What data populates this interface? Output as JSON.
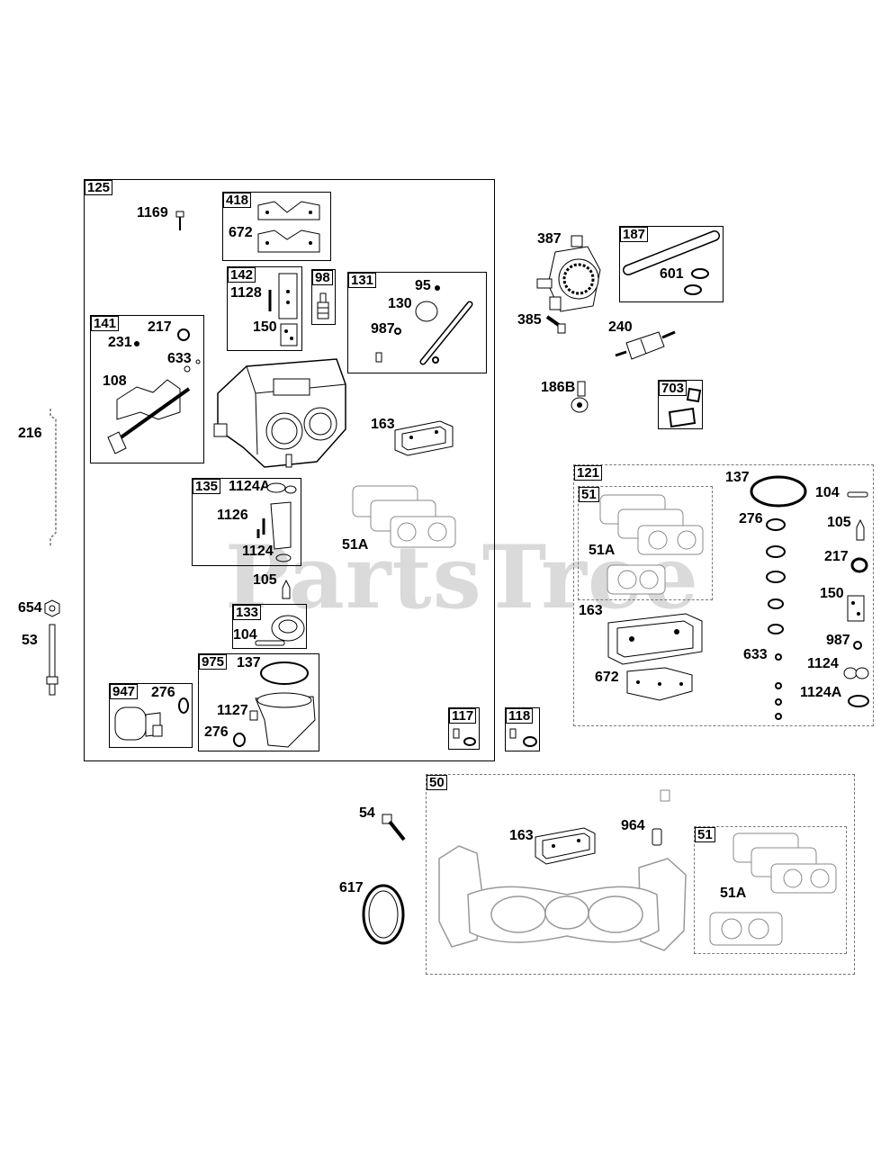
{
  "watermark": "PartsTree",
  "groups": {
    "g125": "125",
    "g418": "418",
    "g142": "142",
    "g98": "98",
    "g131": "131",
    "g141": "141",
    "g135": "135",
    "g133": "133",
    "g975": "975",
    "g947": "947",
    "g117": "117",
    "g118": "118",
    "g187": "187",
    "g703": "703",
    "g121": "121",
    "g51a": "51",
    "g50": "50",
    "g51b": "51"
  },
  "labels": {
    "p1169": "1169",
    "p672a": "672",
    "p1128": "1128",
    "p150a": "150",
    "p95": "95",
    "p130": "130",
    "p987a": "987",
    "p217a": "217",
    "p231": "231",
    "p633a": "633",
    "p108": "108",
    "p163a": "163",
    "p1124Aa": "1124A",
    "p1126": "1126",
    "p1124a": "1124",
    "p51Aa": "51A",
    "p105a": "105",
    "p104a": "104",
    "p137a": "137",
    "p1127": "1127",
    "p276a": "276",
    "p276b": "276",
    "p216": "216",
    "p654": "654",
    "p53": "53",
    "p387": "387",
    "p601": "601",
    "p385": "385",
    "p240": "240",
    "p186B": "186B",
    "p137b": "137",
    "p104b": "104",
    "p276c": "276",
    "p105b": "105",
    "p217b": "217",
    "p51Ab": "51A",
    "p150b": "150",
    "p163b": "163",
    "p987b": "987",
    "p633b": "633",
    "p1124b": "1124",
    "p672b": "672",
    "p1124Ab": "1124A",
    "p54": "54",
    "p617": "617",
    "p163c": "163",
    "p964": "964",
    "p51Ac": "51A"
  }
}
